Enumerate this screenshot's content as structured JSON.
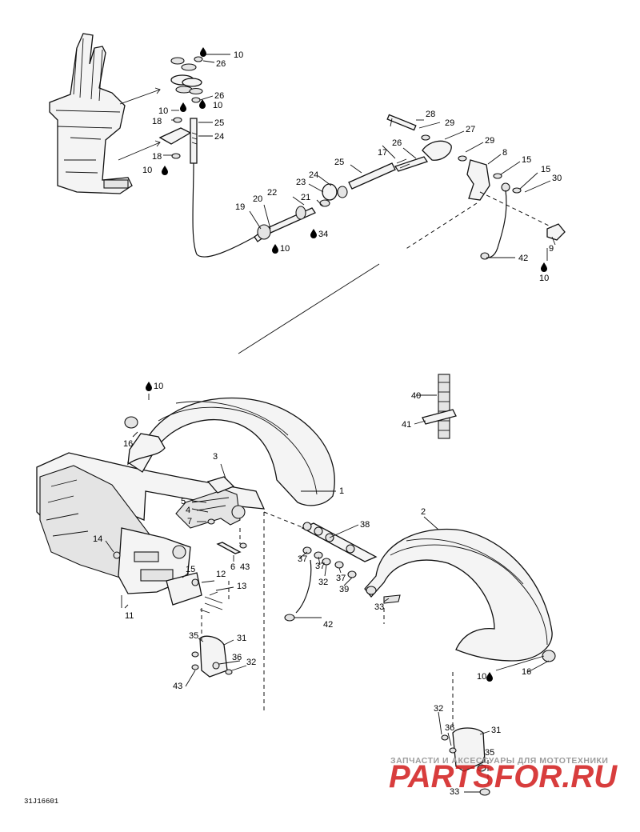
{
  "diagram_code": "31J16601",
  "watermark": {
    "line1": "ЗАПЧАСТИ И АКСЕССУАРЫ ДЛЯ МОТОТЕХНИКИ",
    "line2": "PARTSFOR.RU"
  },
  "callouts": {
    "c10a": "10",
    "c26a": "26",
    "c10b": "10",
    "c26b": "26",
    "c10c": "10",
    "c18a": "18",
    "c25a": "25",
    "c24a": "24",
    "c18b": "18",
    "c10d": "10",
    "c28": "28",
    "c29a": "29",
    "c27": "27",
    "c29b": "29",
    "c26c": "26",
    "c17": "17",
    "c25b": "25",
    "c8": "8",
    "c15a": "15",
    "c15b": "15",
    "c30": "30",
    "c24b": "24",
    "c23": "23",
    "c22": "22",
    "c21": "21",
    "c20": "20",
    "c19": "19",
    "c34": "34",
    "c10e": "10",
    "c42a": "42",
    "c9": "9",
    "c10f": "10",
    "c10g": "10",
    "c16a": "16",
    "c3": "3",
    "c1": "1",
    "c5": "5",
    "c4": "4",
    "c7": "7",
    "c14": "14",
    "c6": "6",
    "c43a": "43",
    "c12": "12",
    "c15c": "15",
    "c13": "13",
    "c11": "11",
    "c40": "40",
    "c41": "41",
    "c2": "2",
    "c38": "38",
    "c37a": "37",
    "c37b": "37",
    "c32a": "32",
    "c37c": "37",
    "c39": "39",
    "c33a": "33",
    "c42b": "42",
    "c35a": "35",
    "c31a": "31",
    "c36a": "36",
    "c32b": "32",
    "c43b": "43",
    "c10h": "10",
    "c16b": "16",
    "c32c": "32",
    "c36b": "36",
    "c31b": "31",
    "c35b": "35",
    "c33b": "33"
  }
}
